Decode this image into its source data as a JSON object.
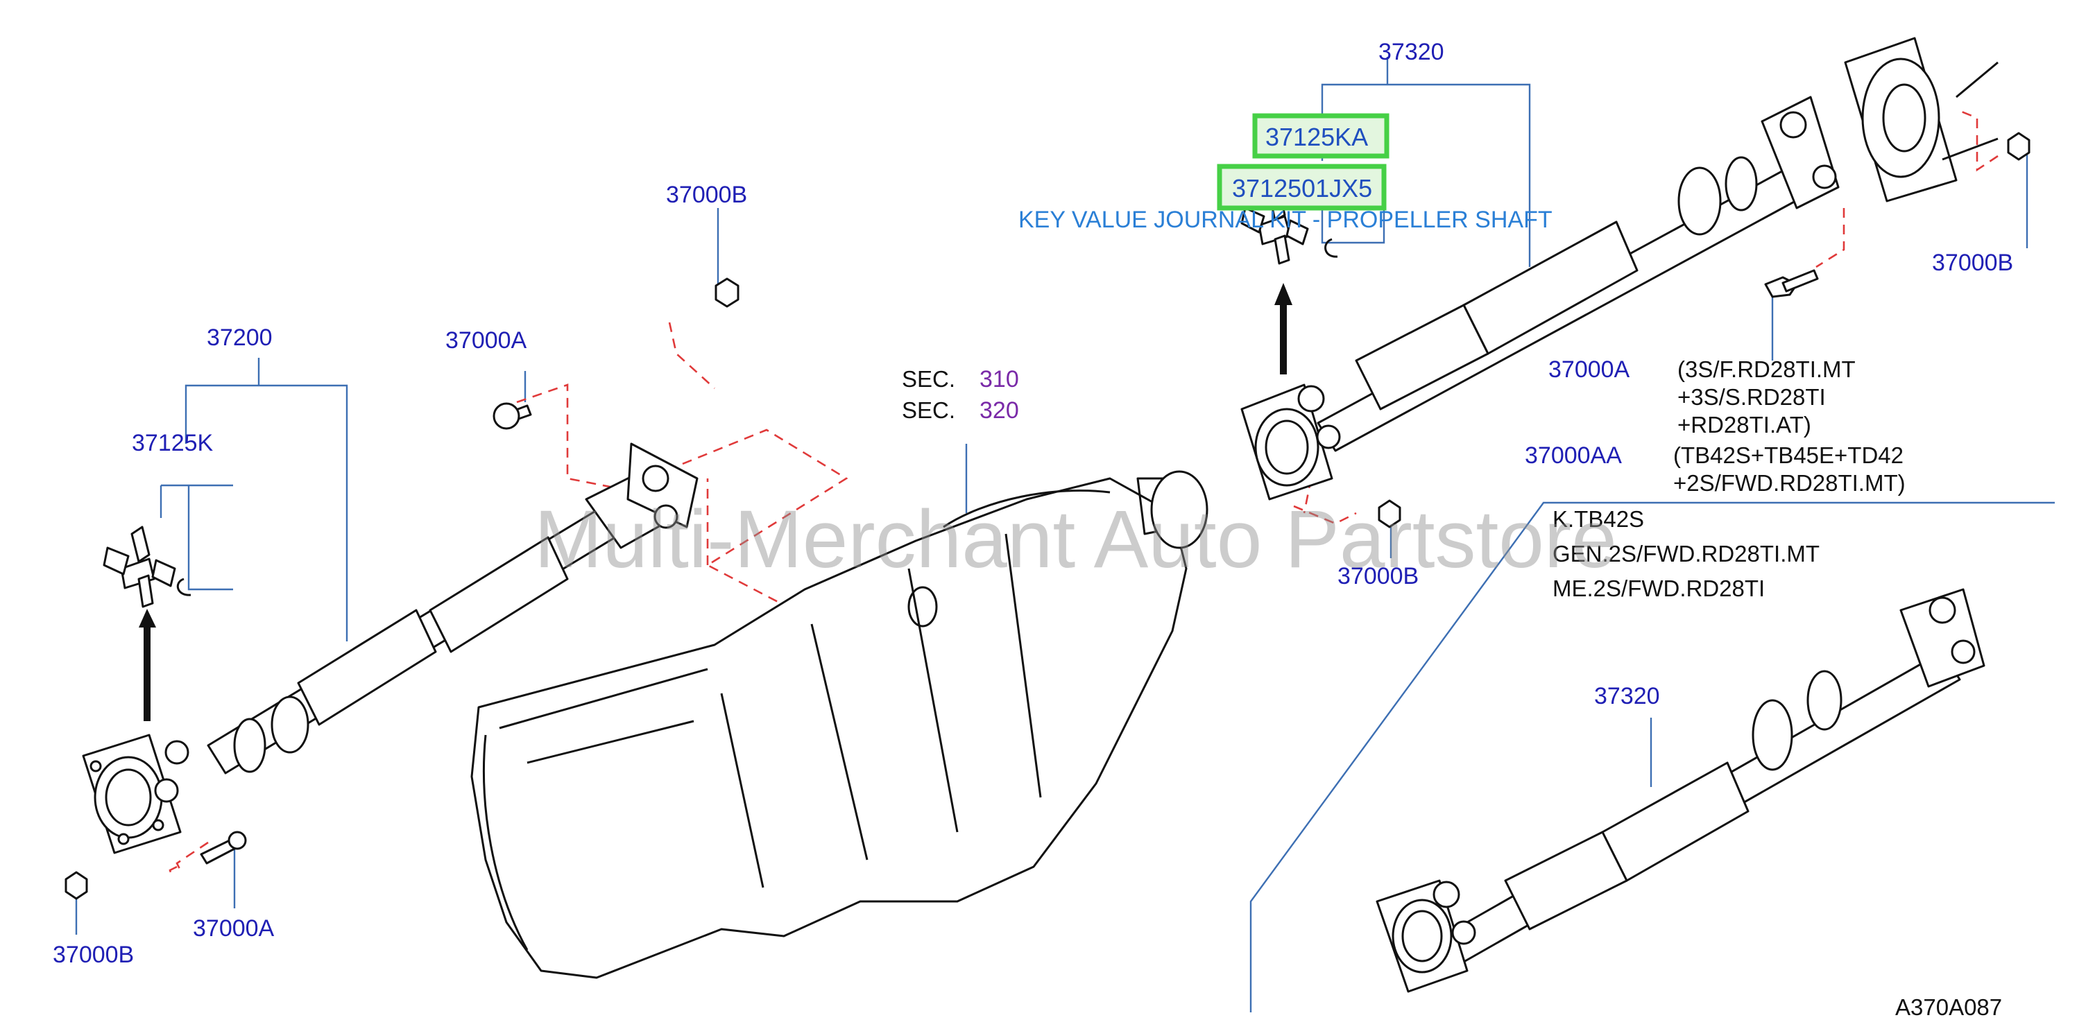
{
  "watermark": "Multi-Merchant Auto Partstore",
  "highlight": {
    "part_a": "37125KA",
    "part_b": "3712501JX5",
    "caption": "KEY VALUE JOURNAL KIT - PROPELLER SHAFT"
  },
  "section_refs": {
    "sec_word_1": "SEC.",
    "sec_num_1": "310",
    "sec_word_2": "SEC.",
    "sec_num_2": "320"
  },
  "labels": {
    "l_37000B_top": "37000B",
    "l_37200": "37200",
    "l_37000A_mid": "37000A",
    "l_37125K": "37125K",
    "l_37000B_bottom": "37000B",
    "l_37000A_bottom": "37000A",
    "l_37320_top": "37320",
    "l_37000B_right": "37000B",
    "l_37000A_right": "37000A",
    "l_37000AA_right": "37000AA",
    "l_37000B_lower": "37000B",
    "l_37320_inset": "37320"
  },
  "notes": {
    "n1": "(3S/F.RD28TI.MT",
    "n2": "+3S/S.RD28TI",
    "n3": "+RD28TI.AT)",
    "n4": "(TB42S+TB45E+TD42",
    "n5": "+2S/FWD.RD28TI.MT)"
  },
  "inset": {
    "line1": "K.TB42S",
    "line2": "GEN.2S/FWD.RD28TI.MT",
    "line3": "ME.2S/FWD.RD28TI"
  },
  "diagram_code": "A370A087"
}
